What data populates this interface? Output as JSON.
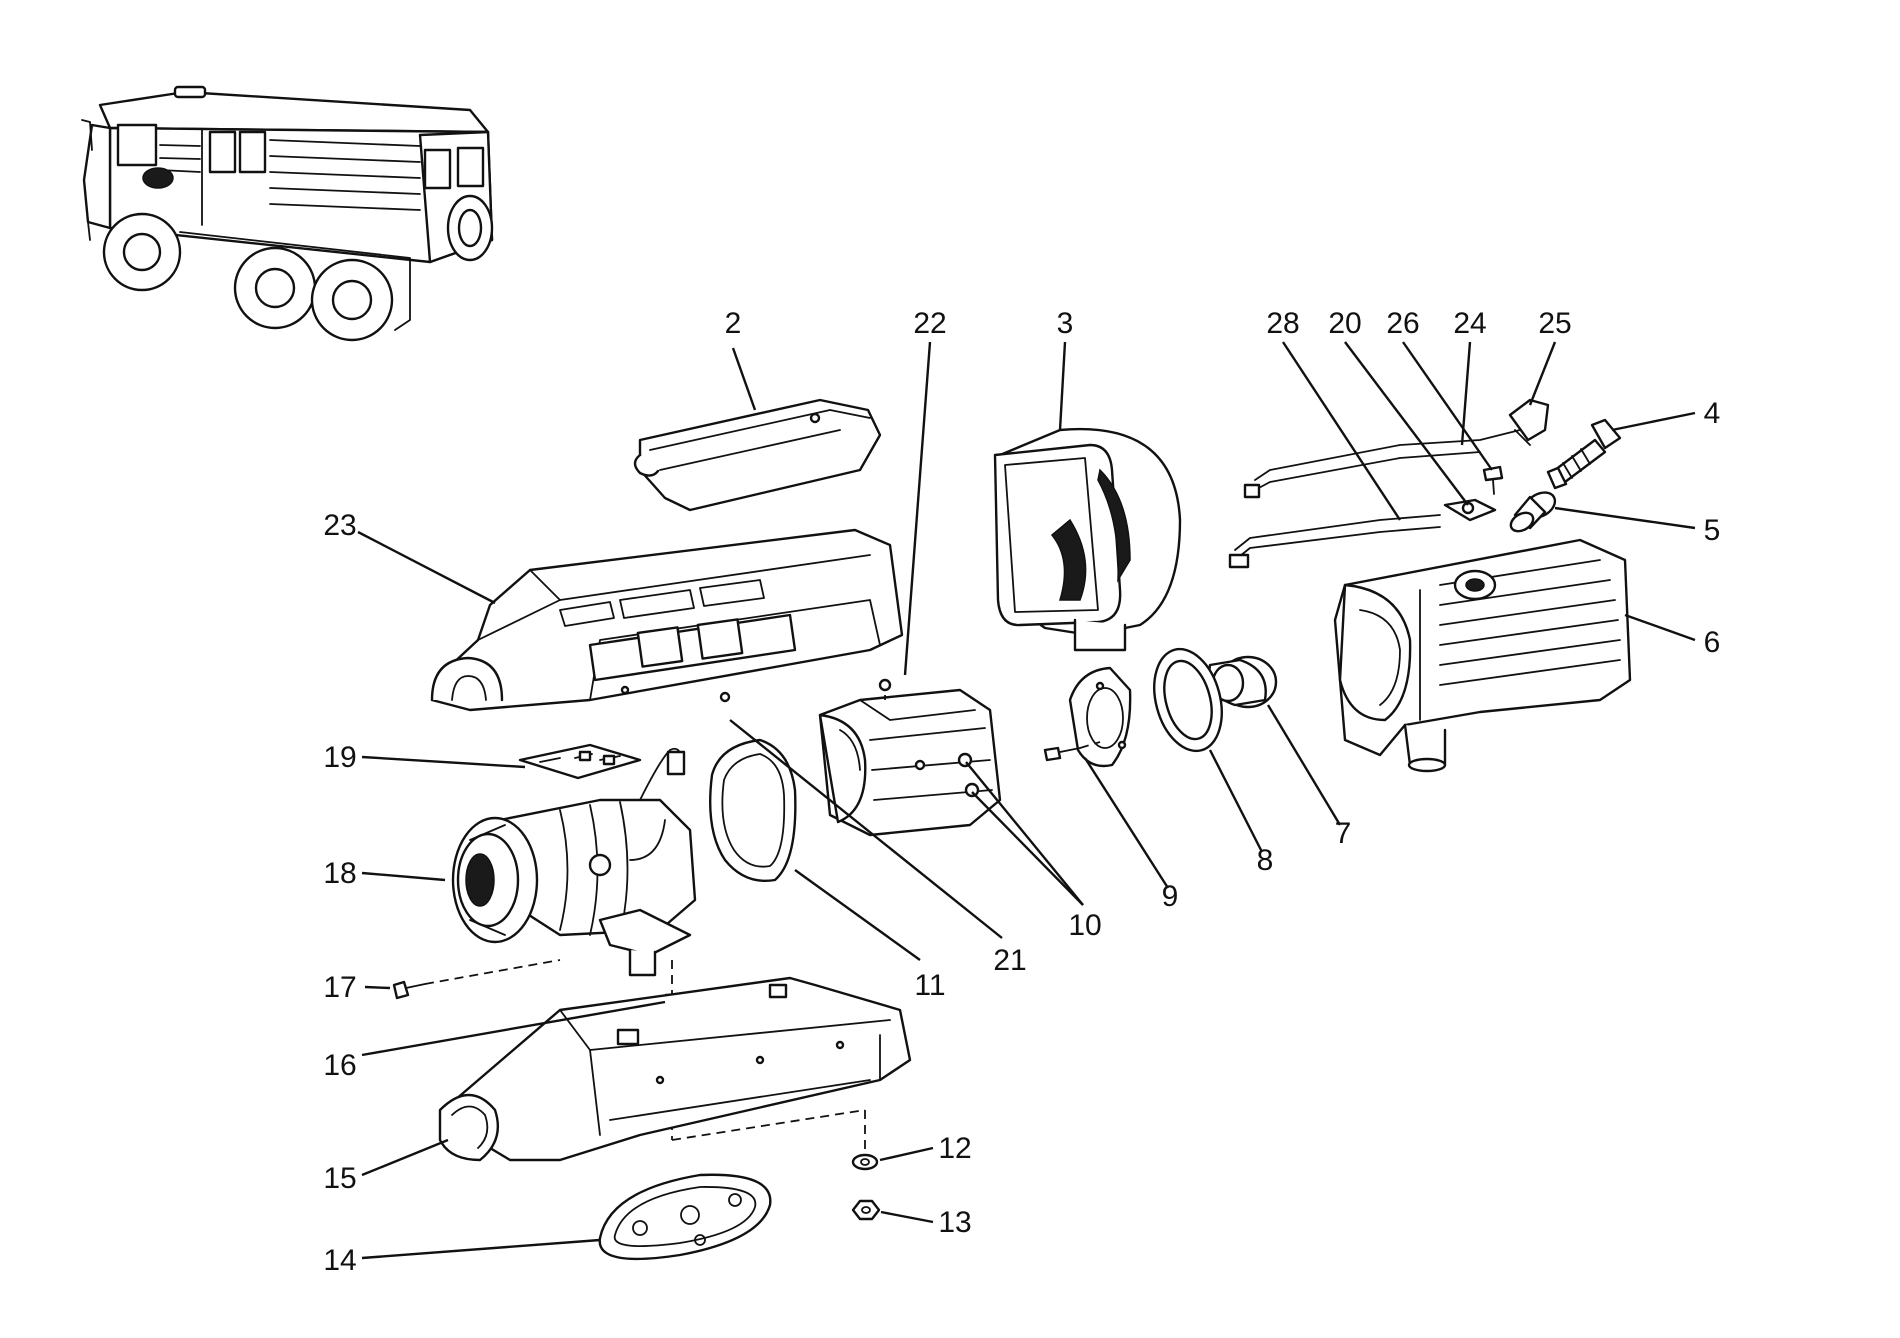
{
  "diagram": {
    "labels": [
      "2",
      "22",
      "3",
      "28",
      "20",
      "26",
      "24",
      "25",
      "4",
      "5",
      "6",
      "23",
      "19",
      "18",
      "17",
      "16",
      "15",
      "14",
      "12",
      "13",
      "11",
      "21",
      "10",
      "9",
      "8",
      "7"
    ]
  }
}
